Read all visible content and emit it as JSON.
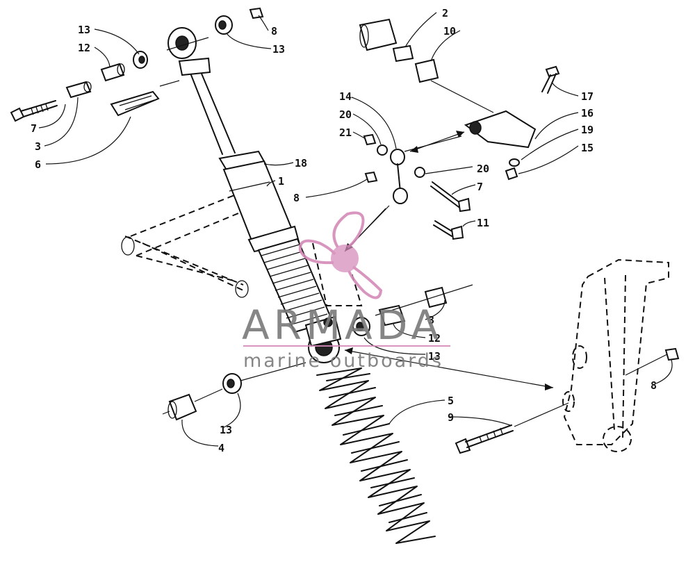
{
  "labels": {
    "l13a": "13",
    "l12a": "12",
    "l7a": "7",
    "l3a": "3",
    "l6": "6",
    "l8a": "8",
    "l13b": "13",
    "l2": "2",
    "l10": "10",
    "l17": "17",
    "l16": "16",
    "l19": "19",
    "l15": "15",
    "l14": "14",
    "l20a": "20",
    "l21": "21",
    "l20b": "20",
    "l18": "18",
    "l1": "1",
    "l8b": "8",
    "l7b": "7",
    "l11": "11",
    "l3b": "3",
    "l12b": "12",
    "l13c": "13",
    "l5": "5",
    "l9": "9",
    "l13d": "13",
    "l4": "4",
    "l8c": "8"
  },
  "watermark": {
    "brand": "ARMADA",
    "tagline": "marine outboards",
    "color": "#d48ab8"
  }
}
